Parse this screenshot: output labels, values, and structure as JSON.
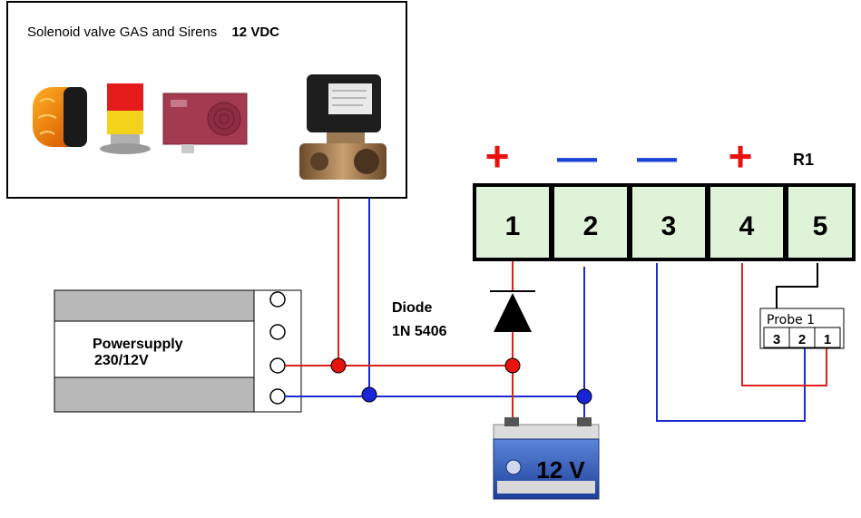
{
  "devices_box": {
    "caption_text": "Solenoid valve GAS and Sirens",
    "caption_voltage": "12 VDC",
    "items": [
      {
        "name": "orange-beacon-light",
        "shown": "orange flashing beacon"
      },
      {
        "name": "stack-light-tower",
        "shown": "red/yellow signal tower"
      },
      {
        "name": "siren-box",
        "shown": "red siren box"
      },
      {
        "name": "gas-solenoid-valve",
        "shown": "brass gas solenoid valve"
      }
    ]
  },
  "terminal_block": {
    "label": "R1",
    "terminals": [
      "1",
      "2",
      "3",
      "4",
      "5"
    ],
    "polarity": [
      "+",
      "—",
      "—",
      "+",
      ""
    ]
  },
  "power_supply": {
    "line1": "Powersupply",
    "line2": "230/12V"
  },
  "diode": {
    "line1": "Diode",
    "line2": "1N  5406"
  },
  "battery": {
    "label": "12 V"
  },
  "probe": {
    "title": "Probe  1",
    "pins": [
      "3",
      "2",
      "1"
    ]
  },
  "colors": {
    "positive_wire": "#e0201c",
    "negative_wire": "#1c2bd0",
    "terminal_fill": "#dff3d8",
    "plus_sign": "#e8120e",
    "minus_sign": "#1d43d6"
  }
}
